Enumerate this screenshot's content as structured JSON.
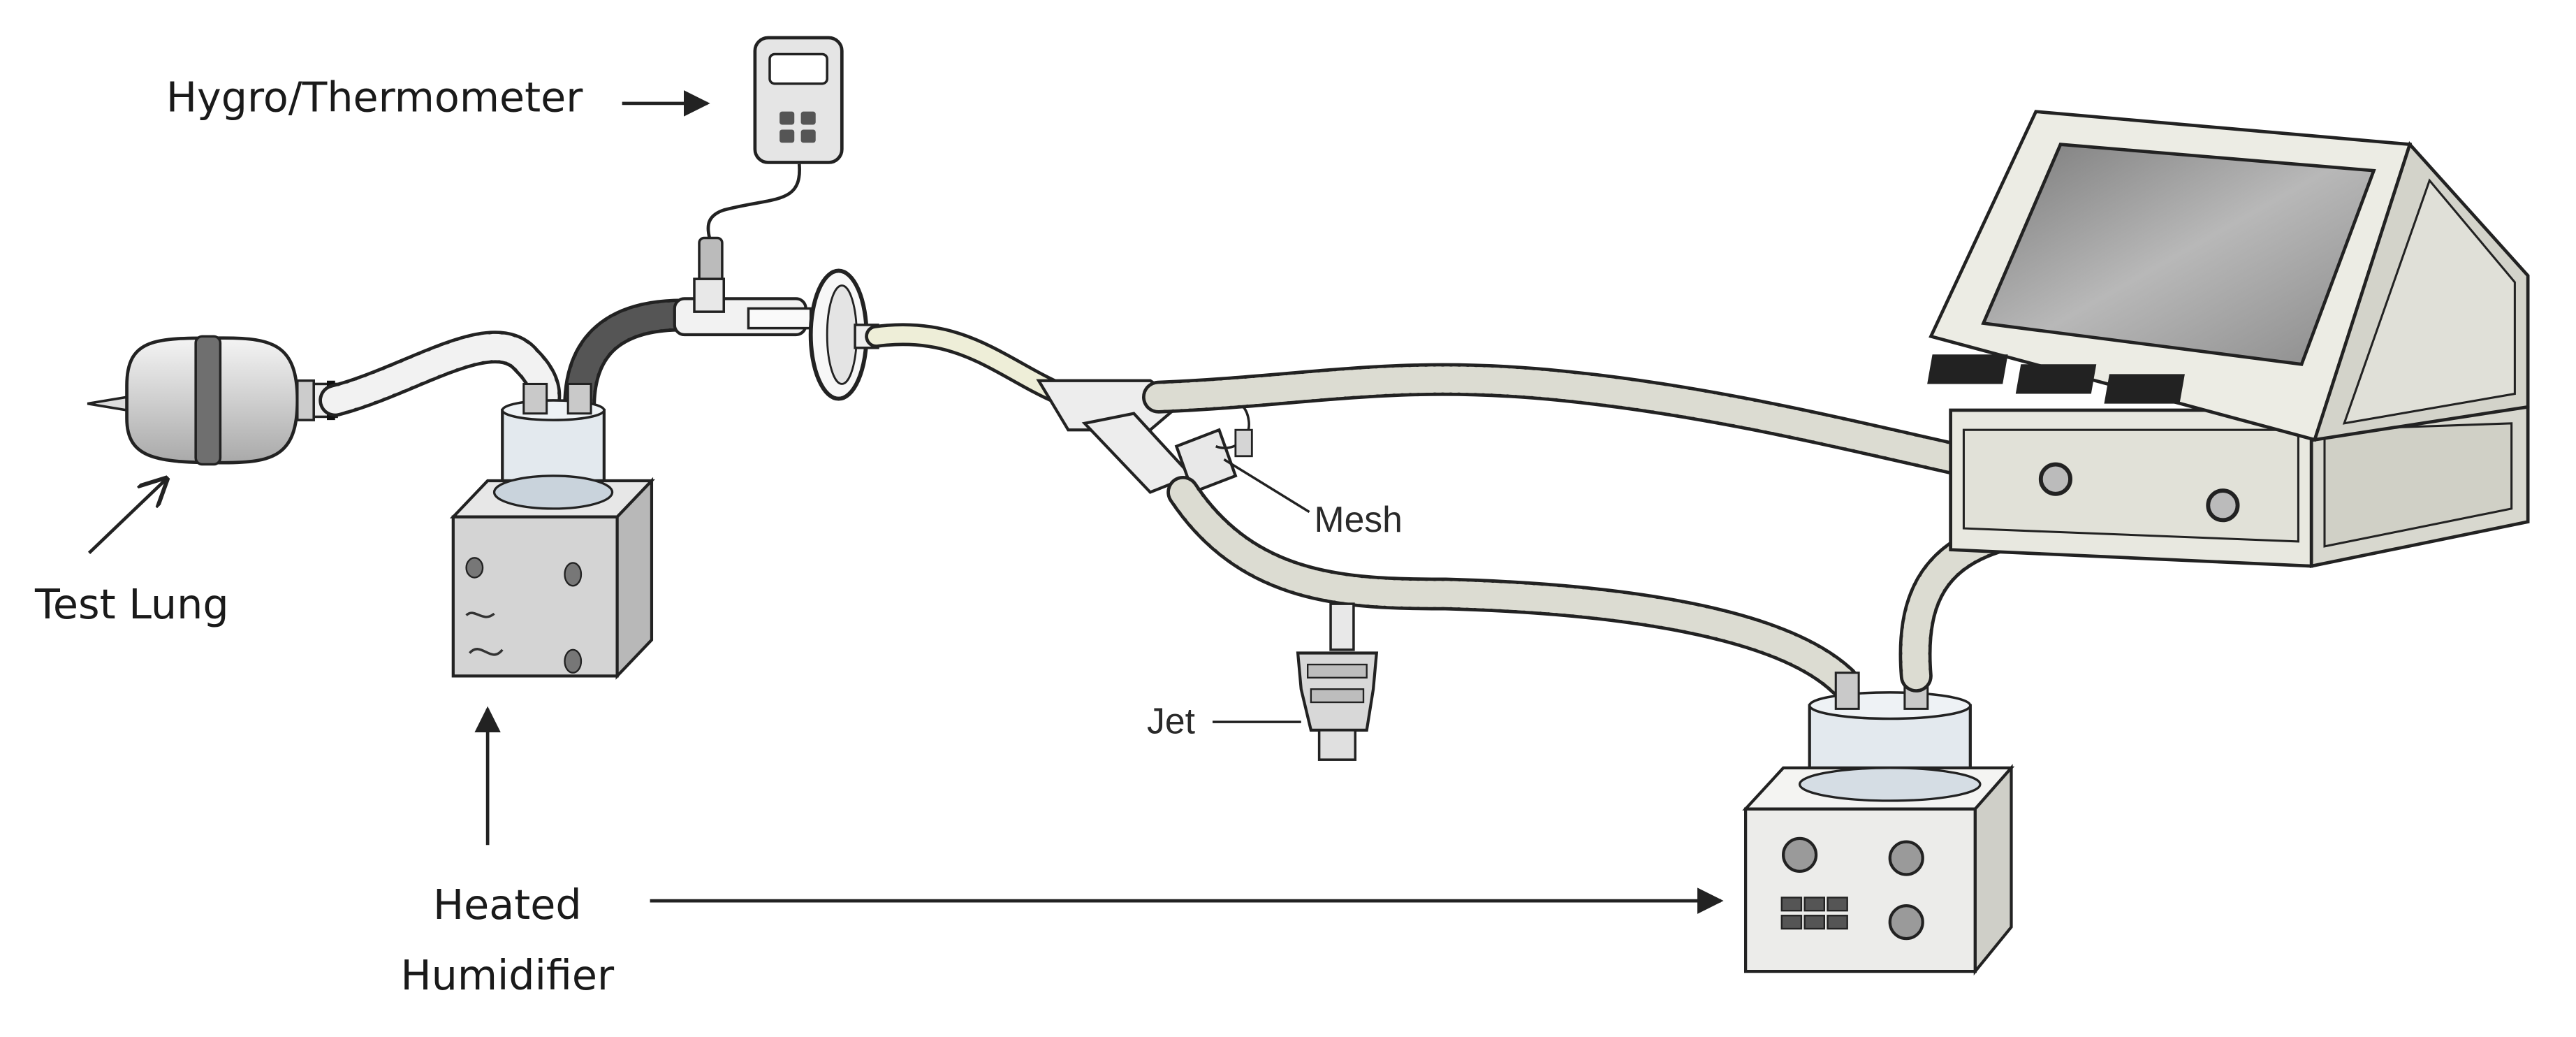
{
  "labels": {
    "hygro_thermometer": "Hygro/Thermometer",
    "test_lung": "Test Lung",
    "heated_humidifier_line1": "Heated",
    "heated_humidifier_line2": "Humidifier",
    "mesh": "Mesh",
    "jet": "Jet"
  },
  "colors": {
    "line": "#222222",
    "device_body": "#e9e9e2",
    "device_side": "#cfcfc6",
    "screen": "#9b9b9b",
    "tube": "#d9d9d0",
    "glass": "#dfe6ec",
    "text": "#1a1a1a"
  },
  "icons": {
    "ventilator": "ventilator-icon",
    "heated_humidifier": "heated-humidifier-icon",
    "test_lung": "test-lung-icon",
    "hygrometer": "hygro-thermometer-icon",
    "filter": "filter-icon",
    "mesh_nebulizer": "mesh-nebulizer-icon",
    "jet_nebulizer": "jet-nebulizer-icon"
  }
}
